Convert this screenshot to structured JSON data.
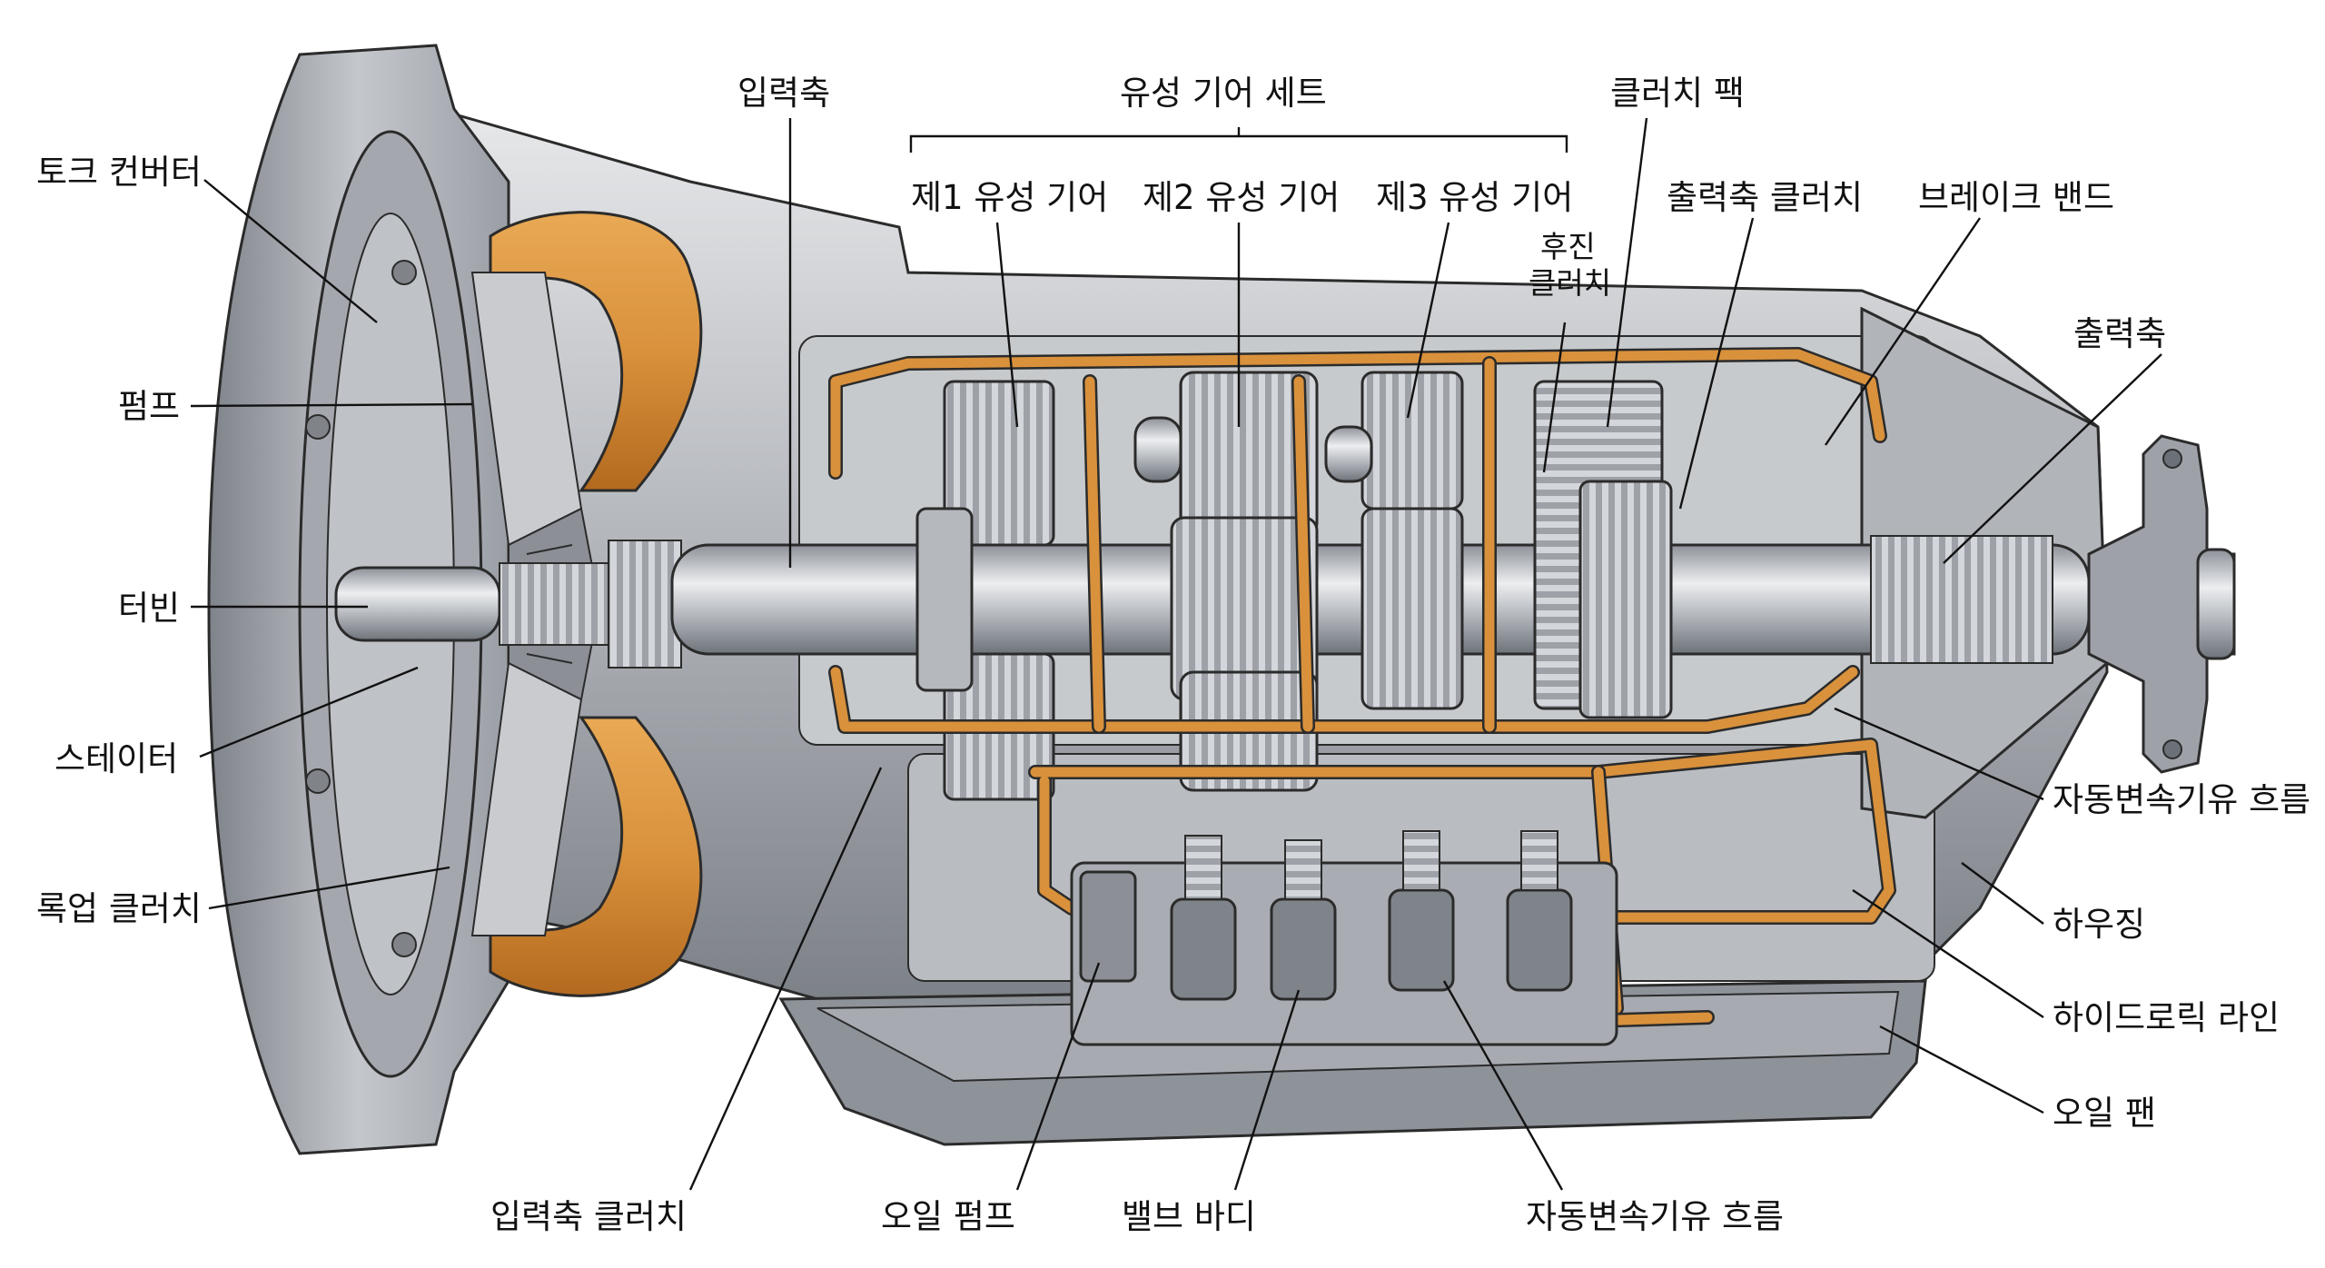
{
  "diagram": {
    "callouts": {
      "torque_converter": "토크 컨버터",
      "pump": "펌프",
      "turbine": "터빈",
      "stator": "스테이터",
      "lockup_clutch": "록업 클러치",
      "input_shaft": "입력축",
      "planetary_gear_set": "유성 기어 세트",
      "planetary_1": "제1 유성 기어",
      "planetary_2": "제2 유성 기어",
      "planetary_3": "제3 유성 기어",
      "reverse_clutch_line1": "후진",
      "reverse_clutch_line2": "클러치",
      "clutch_pack": "클러치 팩",
      "output_shaft_clutch": "출력축 클러치",
      "brake_band": "브레이크 밴드",
      "output_shaft": "출력축",
      "atf_flow_right": "자동변속기유 흐름",
      "housing": "하우징",
      "hydraulic_line": "하이드로릭 라인",
      "oil_pan": "오일 팬",
      "input_shaft_clutch": "입력축 클러치",
      "oil_pump": "오일 펌프",
      "valve_body": "밸브 바디",
      "atf_flow_bottom": "자동변속기유 흐름"
    },
    "colors": {
      "fluid": "#d9913c",
      "fluid_dark": "#b36a1f",
      "metal_light": "#c9cbcf",
      "metal_mid": "#9ea2a8",
      "metal_dark": "#6c7077",
      "outline": "#2b2b2b",
      "text": "#111111"
    }
  }
}
